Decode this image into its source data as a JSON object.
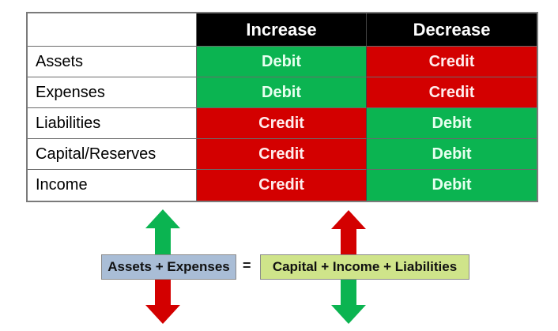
{
  "table": {
    "headers": [
      "",
      "Increase",
      "Decrease"
    ],
    "rows": [
      {
        "label": "Assets",
        "increase": "Debit",
        "decrease": "Credit"
      },
      {
        "label": "Expenses",
        "increase": "Debit",
        "decrease": "Credit"
      },
      {
        "label": "Liabilities",
        "increase": "Credit",
        "decrease": "Debit"
      },
      {
        "label": "Capital/Reserves",
        "increase": "Credit",
        "decrease": "Debit"
      },
      {
        "label": "Income",
        "increase": "Credit",
        "decrease": "Debit"
      }
    ]
  },
  "equation": {
    "left": "Assets + Expenses",
    "operator": "=",
    "right": "Capital + Income + Liabilities"
  },
  "colors": {
    "debit": "#0bb451",
    "credit": "#d30000",
    "header": "#000000",
    "left_box": "#a9bdd6",
    "right_box": "#cfe48a"
  },
  "arrows": {
    "left": {
      "up": "green-arrow-up-icon",
      "down": "red-arrow-down-icon"
    },
    "right": {
      "up": "red-arrow-up-icon",
      "down": "green-arrow-down-icon"
    }
  }
}
